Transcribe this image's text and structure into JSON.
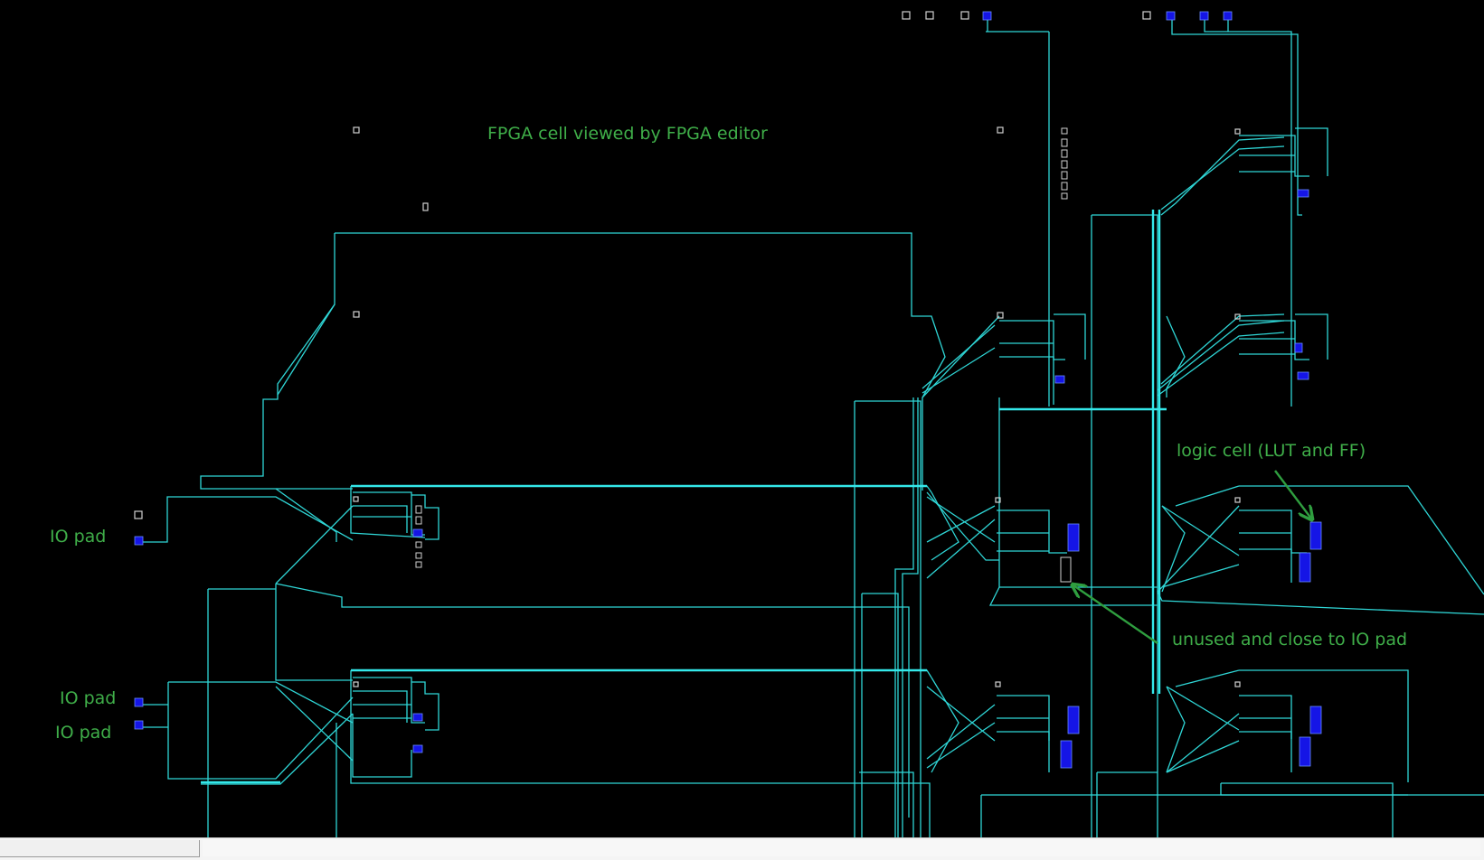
{
  "title": "FPGA cell viewed by FPGA editor",
  "annotations": {
    "io_pad_1": "IO pad",
    "io_pad_2": "IO pad",
    "io_pad_3": "IO pad",
    "logic_cell": "logic cell (LUT and FF)",
    "unused": "unused and close to IO pad"
  },
  "colors": {
    "background": "#000000",
    "route": "#2fd6d6",
    "route_bright": "#34e8ea",
    "pin": "#1515e6",
    "annotation": "#3fae49",
    "arrow": "#2f9e3f",
    "status_bar": "#f4f4f4"
  },
  "status_bar": {
    "segment_1": "",
    "segment_2": ""
  }
}
